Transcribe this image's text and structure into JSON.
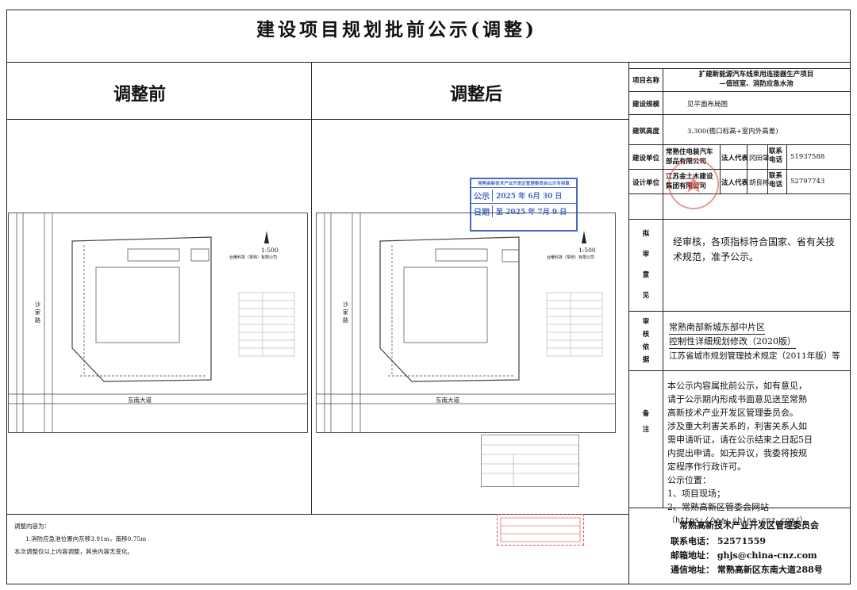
{
  "title": "建设项目规划批前公示(调整)",
  "before": {
    "heading": "调整前"
  },
  "after": {
    "heading": "调整后"
  },
  "info": {
    "project_name_label": "项目名称",
    "project_name_value_1": "扩建新能源汽车线束用连接器生产项目",
    "project_name_value_2": "—值班室、消防应急水池",
    "scale_label": "建设规模",
    "scale_value": "见平面布局图",
    "height_label": "建筑高度",
    "height_value": "3.300(檐口标高+室内外高差)",
    "builder_label": "建设单位",
    "builder_name": "常熟住电装汽车部品有限公司",
    "designer_label": "设计单位",
    "designer_name": "江苏金土木建设集团有限公司",
    "legal_rep_label": "法人代表",
    "builder_legal_rep": "冈田肇",
    "designer_legal_rep": "胡良彬",
    "phone_label": "联系电话",
    "builder_phone": "51937588",
    "designer_phone": "52797743"
  },
  "opinion": {
    "label": "拟审意见",
    "text": "经审核，各项指标符合国家、省有关技术规范，准予公示。"
  },
  "basis": {
    "label": "审核依据",
    "line1": "常熟南部新城东部中片区",
    "line2": "控制性详细规划修改（2020版）",
    "line3": "江苏省城市规划管理技术规定（2011年版）等"
  },
  "remarks": {
    "label": "备注",
    "line1": "本公示内容属批前公示，如有意见，",
    "line2": "请于公示期内形成书面意见送至常熟",
    "line3": "高新技术产业开发区管理委员会。",
    "line4": "涉及重大利害关系的，利害关系人如",
    "line5": "需申请听证，请在公示结束之日起5日",
    "line6": "内提出申请。如无异议，我委将按规",
    "line7": "定程序作行政许可。",
    "line8": "公示位置：",
    "line9": "1、项目现场；",
    "line10": "2、常熟高新区管委会网站",
    "line11": "（https://www.china-cnz.com/）。"
  },
  "footer": {
    "org": "常熟高新技术产业开发区管理委员会",
    "phone": "联系电话： 52571559",
    "email": "邮箱地址： ghjs@china-cnz.com",
    "address": "通信地址： 常熟高新区东南大道288号"
  },
  "adjust_note": {
    "line1": "调整内容为：",
    "line2": "1.消防应急池位置向东移3.91m，南移0.75m",
    "line3": "本次调整仅以上内容调整，其余内容无变化。"
  },
  "stamp": {
    "top": "常熟高新技术产业开发区管理委员会公示专用章",
    "row1_label": "公示",
    "row1_value": "2025 年 6月 30 日",
    "row2_label": "日期",
    "row2_value": "至 2025 年 7月 9 日"
  },
  "plan_labels": {
    "scale": "1:500",
    "company": "台耀科技（常熟）有限公司",
    "road_west": "沙家路",
    "road_south": "东南大道",
    "road_south2": "东南大道"
  },
  "colors": {
    "stamp_blue": "#2a4fb8",
    "seal_red": "#d44"
  }
}
